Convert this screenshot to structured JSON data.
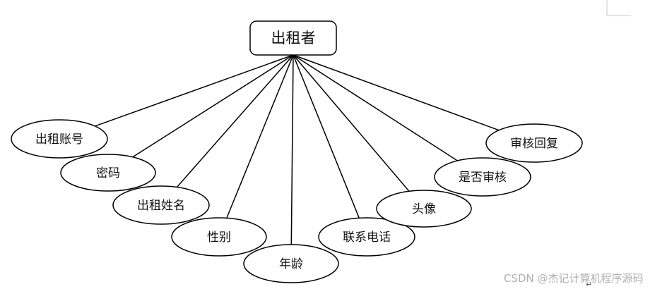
{
  "diagram": {
    "entity": "出租者",
    "attributes": [
      "出租账号",
      "密码",
      "出租姓名",
      "性别",
      "年龄",
      "联系电话",
      "头像",
      "是否审核",
      "审核回复"
    ],
    "stroke_color": "#000000",
    "fill_color": "#ffffff"
  },
  "watermark": "CSDN @杰记计算机程序源码"
}
